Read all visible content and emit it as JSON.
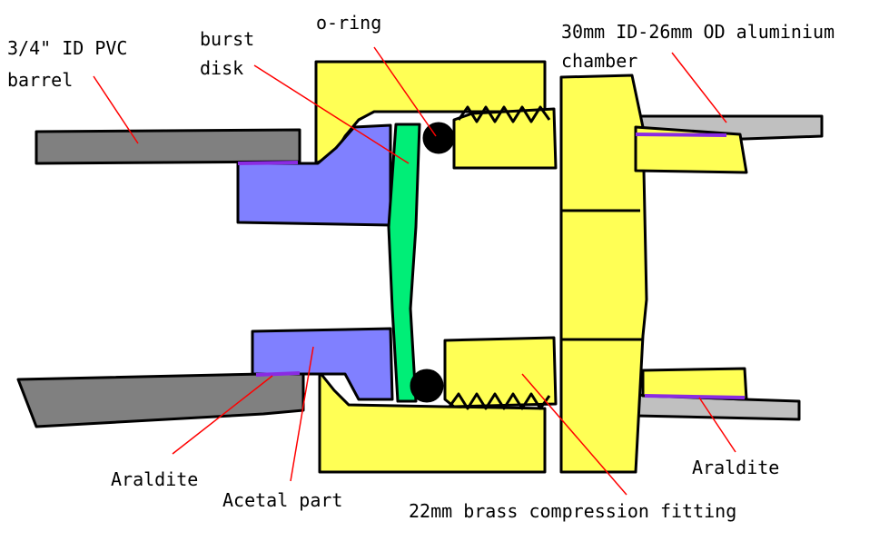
{
  "labels": {
    "pvc_barrel_line1": "3/4\" ID PVC",
    "pvc_barrel_line2": "barrel",
    "burst_disk_line1": "burst",
    "burst_disk_line2": "disk",
    "o_ring": "o-ring",
    "chamber_line1": "30mm ID-26mm OD aluminium",
    "chamber_line2": "chamber",
    "araldite_left": "Araldite",
    "acetal_part": "Acetal part",
    "brass_fitting": "22mm brass compression fitting",
    "araldite_right": "Araldite"
  },
  "colors": {
    "background": "#ffffff",
    "outline": "#000000",
    "pvc": "#808080",
    "aluminium": "#c0c0c0",
    "acetal": "#8080ff",
    "burst_disk": "#00ee77",
    "brass": "#ffff55",
    "araldite": "#8a2be2",
    "leader_line": "#ff0000",
    "o_ring": "#000000"
  }
}
